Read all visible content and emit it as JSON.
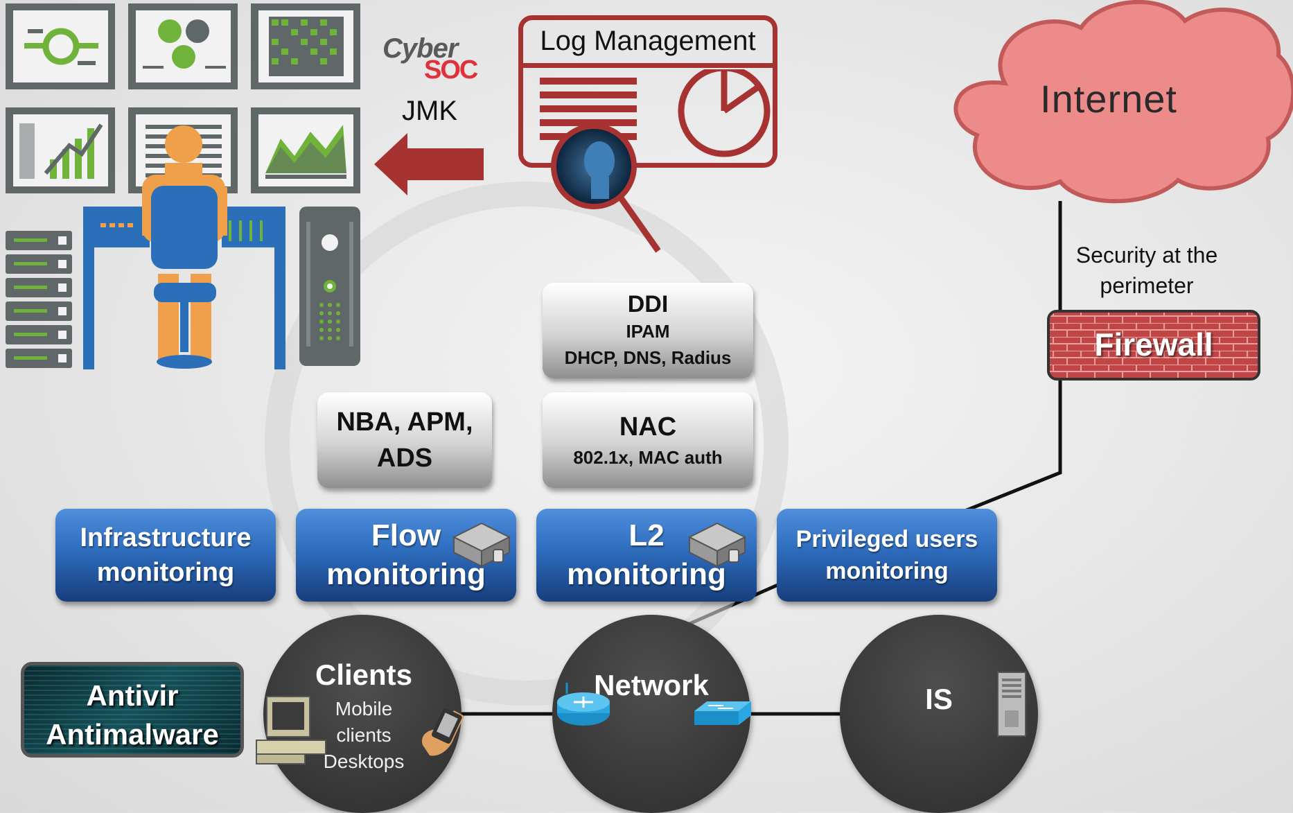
{
  "log_management": {
    "title": "Log Management"
  },
  "soc": {
    "logo_top": "Cyber",
    "logo_bottom": "SOC",
    "label": "JMK"
  },
  "internet": {
    "label": "Internet"
  },
  "perimeter": {
    "line1": "Security at the",
    "line2": "perimeter"
  },
  "firewall": {
    "label": "Firewall"
  },
  "ddi": {
    "title": "DDI",
    "line1": "IPAM",
    "line2": "DHCP, DNS, Radius"
  },
  "nba": {
    "line1": "NBA, APM,",
    "line2": "ADS"
  },
  "nac": {
    "title": "NAC",
    "line1": "802.1x, MAC auth"
  },
  "monitoring": {
    "infra_l1": "Infrastructure",
    "infra_l2": "monitoring",
    "flow_l1": "Flow",
    "flow_l2": "monitoring",
    "l2_l1": "L2",
    "l2_l2": "monitoring",
    "priv_l1": "Privileged users",
    "priv_l2": "monitoring"
  },
  "antivir": {
    "line1": "Antivir",
    "line2": "Antimalware"
  },
  "clients": {
    "title": "Clients",
    "sub1": "Mobile",
    "sub2": "clients",
    "sub3": "Desktops"
  },
  "network": {
    "title": "Network"
  },
  "is": {
    "title": "IS"
  },
  "colors": {
    "dark_red": "#a63232",
    "blue": "#2e6cbd",
    "green": "#5fa832",
    "orange": "#f0a04b"
  }
}
